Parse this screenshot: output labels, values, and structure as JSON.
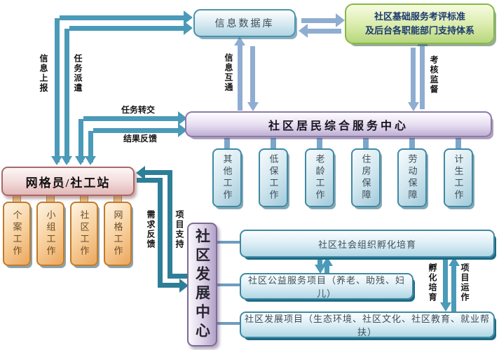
{
  "nodes": {
    "info_db": "信息数据库",
    "standards_line1": "社区基础服务考评标准",
    "standards_line2": "及后台各职能部门支持体系",
    "service_center": "社区居民综合服务中心",
    "windows": [
      "其他工作",
      "低保工作",
      "老龄工作",
      "住房保障",
      "劳动保障",
      "计生工作"
    ],
    "grid_station": "网格员/社工站",
    "grid_methods": [
      "个案工作",
      "小组工作",
      "社区工作",
      "网格工作"
    ],
    "dev_center": "社区发展中心",
    "incubation": "社区社会组织孵化培育",
    "welfare_projects": "社区公益服务项目（养老、助残、妇儿）",
    "dev_projects": "社区发展项目（生态环境、社区文化、社区教育、就业帮扶）"
  },
  "edge_labels": {
    "grid_to_db": "信息上报",
    "db_to_grid": "任务派遣",
    "grid_to_center": "任务转交",
    "center_to_grid": "结果反馈",
    "db_center": "信息互通",
    "standards_center": "考核监督",
    "grid_dev_left": "需求反馈",
    "grid_dev_right": "项目支持",
    "incubation_down": "孵化培育",
    "incubation_up": "项目运作"
  },
  "colors": {
    "arrow_blue": "#4a9ab8",
    "arrow_steel": "#8fadd0",
    "arrow_teal": "#2e7e98",
    "box_blue_border": "#3f89a3",
    "box_green_border": "#85b945",
    "box_purple_border": "#8d7aa8",
    "box_pink_border": "#a96868",
    "box_orange_border": "#c07b2a"
  }
}
